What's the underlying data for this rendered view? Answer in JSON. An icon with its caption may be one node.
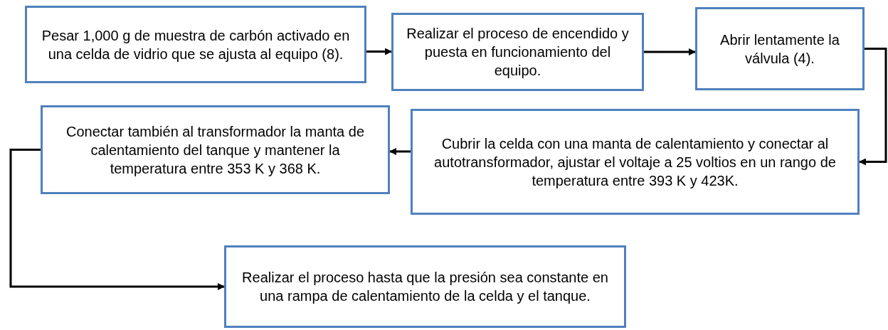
{
  "diagram": {
    "nodes": [
      {
        "text": [
          "Pesar 1,000 g de muestra de carbón activado en una celda de vidrio que se ajusta al equipo (8)."
        ]
      },
      {
        "text": [
          "Realizar el proceso de encendido y puesta en funcionamiento del equipo."
        ]
      },
      {
        "text": [
          "Abrir lentamente la válvula (4)."
        ]
      },
      {
        "text": [
          "Cubrir la celda con una manta de calentamiento y conectar al autotransformador, ajustar el voltaje a 25 voltios en un rango de temperatura entre 393 K y 423K."
        ]
      },
      {
        "text": [
          "Conectar también al transformador la manta de calentamiento del tanque y mantener la temperatura entre 353 K y 368 K."
        ]
      },
      {
        "text": [
          "Realizar el proceso hasta que la presión sea constante en una rampa de calentamiento de la celda y el tanque."
        ]
      }
    ],
    "edges": [
      {
        "from": 0,
        "to": 1,
        "arrow": "to"
      },
      {
        "from": 1,
        "to": 2,
        "arrow": "to"
      },
      {
        "from": 2,
        "to": 3,
        "arrow": "to"
      },
      {
        "from": 3,
        "to": 4,
        "arrow": "to"
      },
      {
        "from": 4,
        "to": 5,
        "arrow": "to"
      }
    ]
  }
}
